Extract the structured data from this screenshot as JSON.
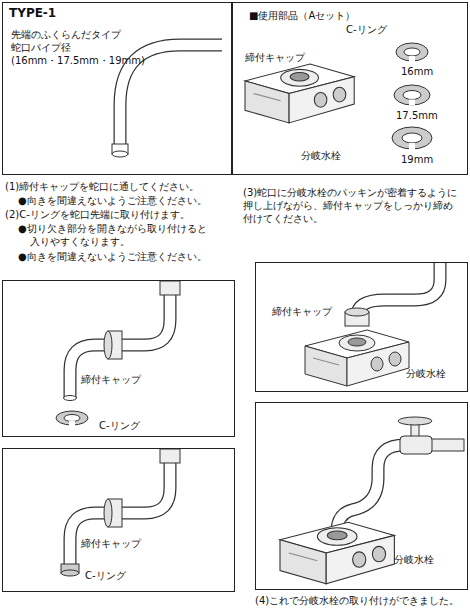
{
  "diagram": {
    "nodes": [
      {
        "text": [
          "TYPE-1",
          "先端のふくらんだタイプ",
          "蛇口パイプ径",
          "(16mm・17.5mm・19mm)"
        ]
      },
      {
        "text": [
          "■使用部品（Aセット）",
          "締付キャップ",
          "C-リング",
          "16mm",
          "17.5mm",
          "19mm",
          "分岐水栓"
        ]
      },
      {
        "text": [
          "締付キャップ",
          "C-リング"
        ]
      },
      {
        "text": [
          "締付キャップ",
          "C-リング"
        ]
      },
      {
        "text": [
          "締付キャップ",
          "分岐水栓"
        ]
      },
      {
        "text": [
          "分岐水栓"
        ]
      }
    ],
    "labels": [
      "(1)締付キャップを蛇口に通してください。",
      "●向きを間違えないようご注意ください。",
      "(2)C-リングを蛇口先端に取り付けます。",
      "●切り欠き部分を開きながら取り付けると 入りやすくなります。",
      "●向きを間違えないようご注意ください。",
      "(3)蛇口に分岐水栓のパッキンが密着するように 押し上げながら、締付キャップをしっかり締め 付けてください。",
      "(4)これで分岐水栓の取り付けができました。"
    ]
  }
}
